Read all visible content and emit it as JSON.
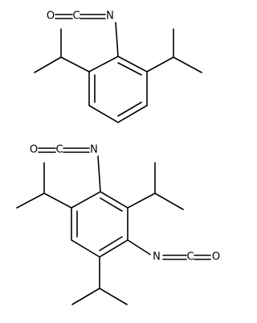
{
  "molecules": [
    {
      "labels": {
        "o": "O",
        "c": "C",
        "n": "N"
      }
    },
    {
      "labels": {
        "o1": "O",
        "c1": "C",
        "n1": "N",
        "n2": "N",
        "c2": "C",
        "o2": "O"
      }
    }
  ]
}
